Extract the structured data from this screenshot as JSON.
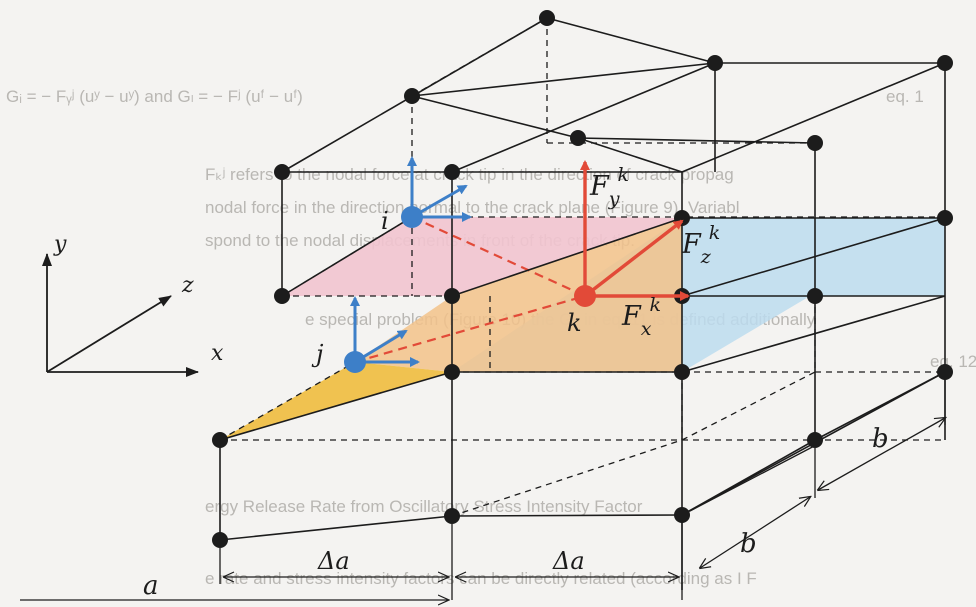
{
  "background_text": {
    "eq_formula": "Gᵢ = − Fᵧʲ (uʸ − uʸ) and Gₗ = − Fʲ (uᶠ − uᶠ)",
    "eq_number": "eq. 1",
    "line1": "Fₖʲ  refers to the nodal force at crack tip in the direction of crack propag",
    "line2": "nodal force in the direction normal to the crack plane (Figure 9). Variabl",
    "line3": "spond to the nodal displacements in front of the crack tip.",
    "line4": "e special problem (Figure 10) the Gₕ in eq. 11 is defined additionally",
    "eq2_number": "eq. 12",
    "heading": "ergy Release Rate from Oscillatory Stress Intensity Factor",
    "line5": "e rate and stress intensity factors can be directly related (according as I F"
  },
  "axes": {
    "x": "x",
    "y": "y",
    "z": "z"
  },
  "nodes": {
    "i": "i",
    "j": "j",
    "k": "k"
  },
  "forces": {
    "F": "F",
    "y_sub": "y",
    "z_sub": "z",
    "x_sub": "x",
    "sup": "k"
  },
  "dimensions": {
    "a": "a",
    "delta_a_1": "Δa",
    "delta_a_2": "Δa",
    "b_1": "b",
    "b_2": "b"
  },
  "colors": {
    "pink_plane": "#f2c4cf",
    "orange_plane": "#f2c28a",
    "yellow_wedge": "#f0c250",
    "blue_plane": "#bcdcee",
    "node_blue": "#3d7fc8",
    "force_red": "#e24a38",
    "arrow_blue": "#3d7fc8",
    "edge": "#1c1c1c"
  }
}
